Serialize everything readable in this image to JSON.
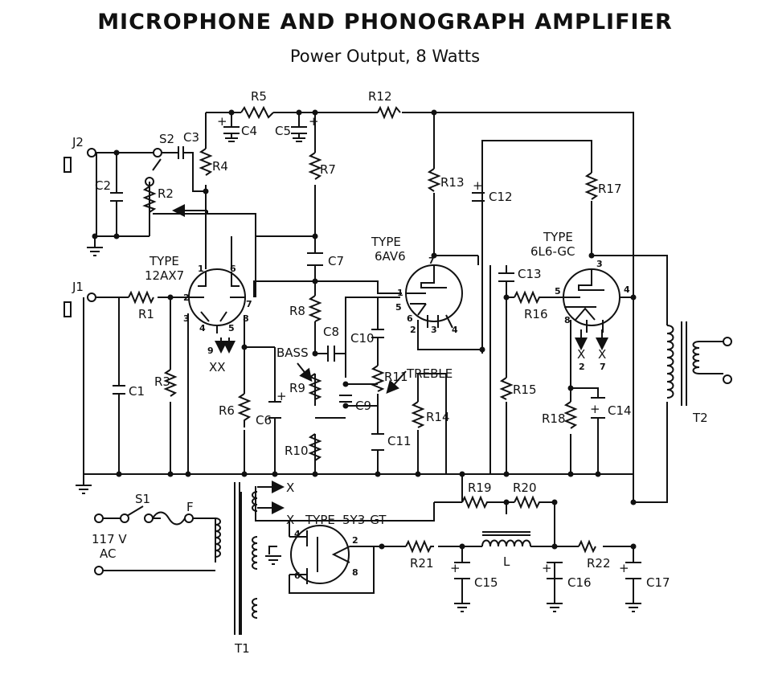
{
  "title": "MICROPHONE AND PHONOGRAPH AMPLIFIER",
  "subtitle": "Power Output, 8 Watts",
  "labels": {
    "J2": "J2",
    "J1": "J1",
    "S2": "S2",
    "C2": "C2",
    "C3": "C3",
    "R2": "R2",
    "R4": "R4",
    "R5": "R5",
    "C4": "C4",
    "C5": "C5",
    "R12": "R12",
    "R7": "R7",
    "R13": "R13",
    "C12": "C12",
    "R17": "R17",
    "C7": "C7",
    "C13": "C13",
    "R1": "R1",
    "R3": "R3",
    "C1": "C1",
    "R6": "R6",
    "C6": "C6",
    "R8": "R8",
    "C8": "C8",
    "BASS": "BASS",
    "R9": "R9",
    "C9": "C9",
    "R10": "R10",
    "C10": "C10",
    "R11": "R11",
    "TREBLE": "TREBLE",
    "C11": "C11",
    "R14": "R14",
    "R15": "R15",
    "R16": "R16",
    "R18": "R18",
    "C14": "C14",
    "T2": "T2",
    "S1": "S1",
    "F": "F",
    "mains_v": "117 V",
    "mains_ac": "AC",
    "X": "X",
    "R19": "R19",
    "R20": "R20",
    "R21": "R21",
    "L": "L",
    "R22": "R22",
    "C15": "C15",
    "C16": "C16",
    "C17": "C17",
    "T1": "T1",
    "XX": "XX",
    "X2": "X",
    "X7": "X",
    "n2": "2",
    "n7": "7"
  },
  "tubes": {
    "v1": {
      "type_word": "TYPE",
      "model": "12AX7"
    },
    "v2": {
      "type_word": "TYPE",
      "model": "6AV6"
    },
    "v3": {
      "type_word": "TYPE",
      "model": "6L6-GC"
    },
    "v4": {
      "type_word": "TYPE",
      "model": "5Y3-GT"
    }
  },
  "pins": {
    "p1": "1",
    "p2": "2",
    "p3": "3",
    "p4": "4",
    "p5": "5",
    "p6": "6",
    "p7": "7",
    "p8": "8",
    "p9": "9"
  },
  "polarity": {
    "plus": "+",
    "minus": "−"
  }
}
